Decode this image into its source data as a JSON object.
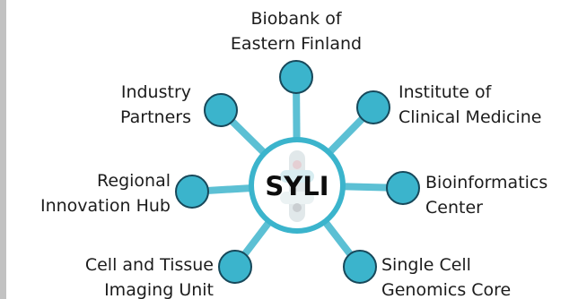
{
  "colors": {
    "accent_fill": "#3bb4cc",
    "accent_stroke": "#17485a",
    "spoke": "#5cc0d4",
    "text": "#1c1c1c"
  },
  "hub": {
    "label": "SYLI"
  },
  "nodes": [
    {
      "id": "biobank",
      "lines": [
        "Biobank of",
        "Eastern Finland"
      ]
    },
    {
      "id": "institute",
      "lines": [
        "Institute of",
        "Clinical Medicine"
      ]
    },
    {
      "id": "bioinformatics",
      "lines": [
        "Bioinformatics",
        "Center"
      ]
    },
    {
      "id": "single-cell",
      "lines": [
        "Single Cell",
        "Genomics Core"
      ]
    },
    {
      "id": "cell-tissue",
      "lines": [
        "Cell and Tissue",
        "Imaging Unit"
      ]
    },
    {
      "id": "regional",
      "lines": [
        "Regional",
        "Innovation Hub"
      ]
    },
    {
      "id": "industry",
      "lines": [
        "Industry",
        "Partners"
      ]
    }
  ]
}
